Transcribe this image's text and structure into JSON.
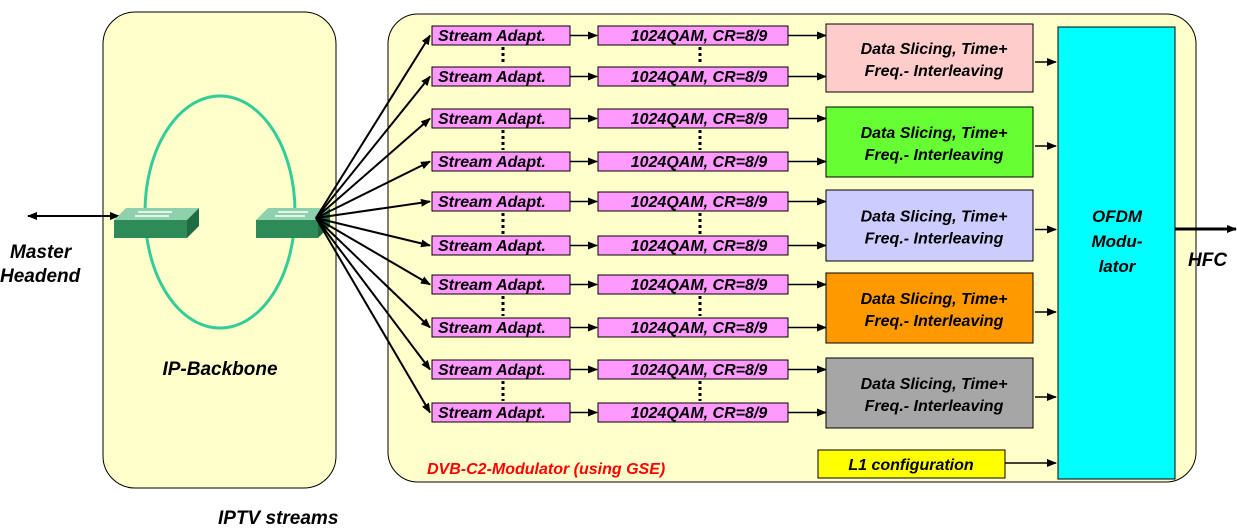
{
  "labels": {
    "master_line1": "Master",
    "master_line2": "Headend",
    "ip_backbone": "IP-Backbone",
    "iptv_streams": "IPTV streams",
    "modulator_caption": "DVB-C2-Modulator (using GSE)",
    "ofdm_line1": "OFDM",
    "ofdm_line2": "Modu-",
    "ofdm_line3": "lator",
    "hfc": "HFC",
    "l1_config": "L1 configuration",
    "stream_adapt": "Stream Adapt.",
    "qam": "1024QAM, CR=8/9",
    "dslice_line1": "Data Slicing, Time+",
    "dslice_line2": "Freq.- Interleaving"
  },
  "colors": {
    "backbone_fill": "#FFFFCC",
    "modulator_fill": "#FFFFCC",
    "ring_stroke": "#33CC99",
    "switch_fill": "#2E8B57",
    "stream_box_fill": "#FF99FF",
    "ofdm_fill": "#00FFFF",
    "l1_fill": "#FFFF00",
    "caption_red": "#FF0000",
    "slice_colors": [
      "#FFCCCC",
      "#66FF33",
      "#CCCCFF",
      "#FF9900",
      "#A6A6A6"
    ]
  }
}
